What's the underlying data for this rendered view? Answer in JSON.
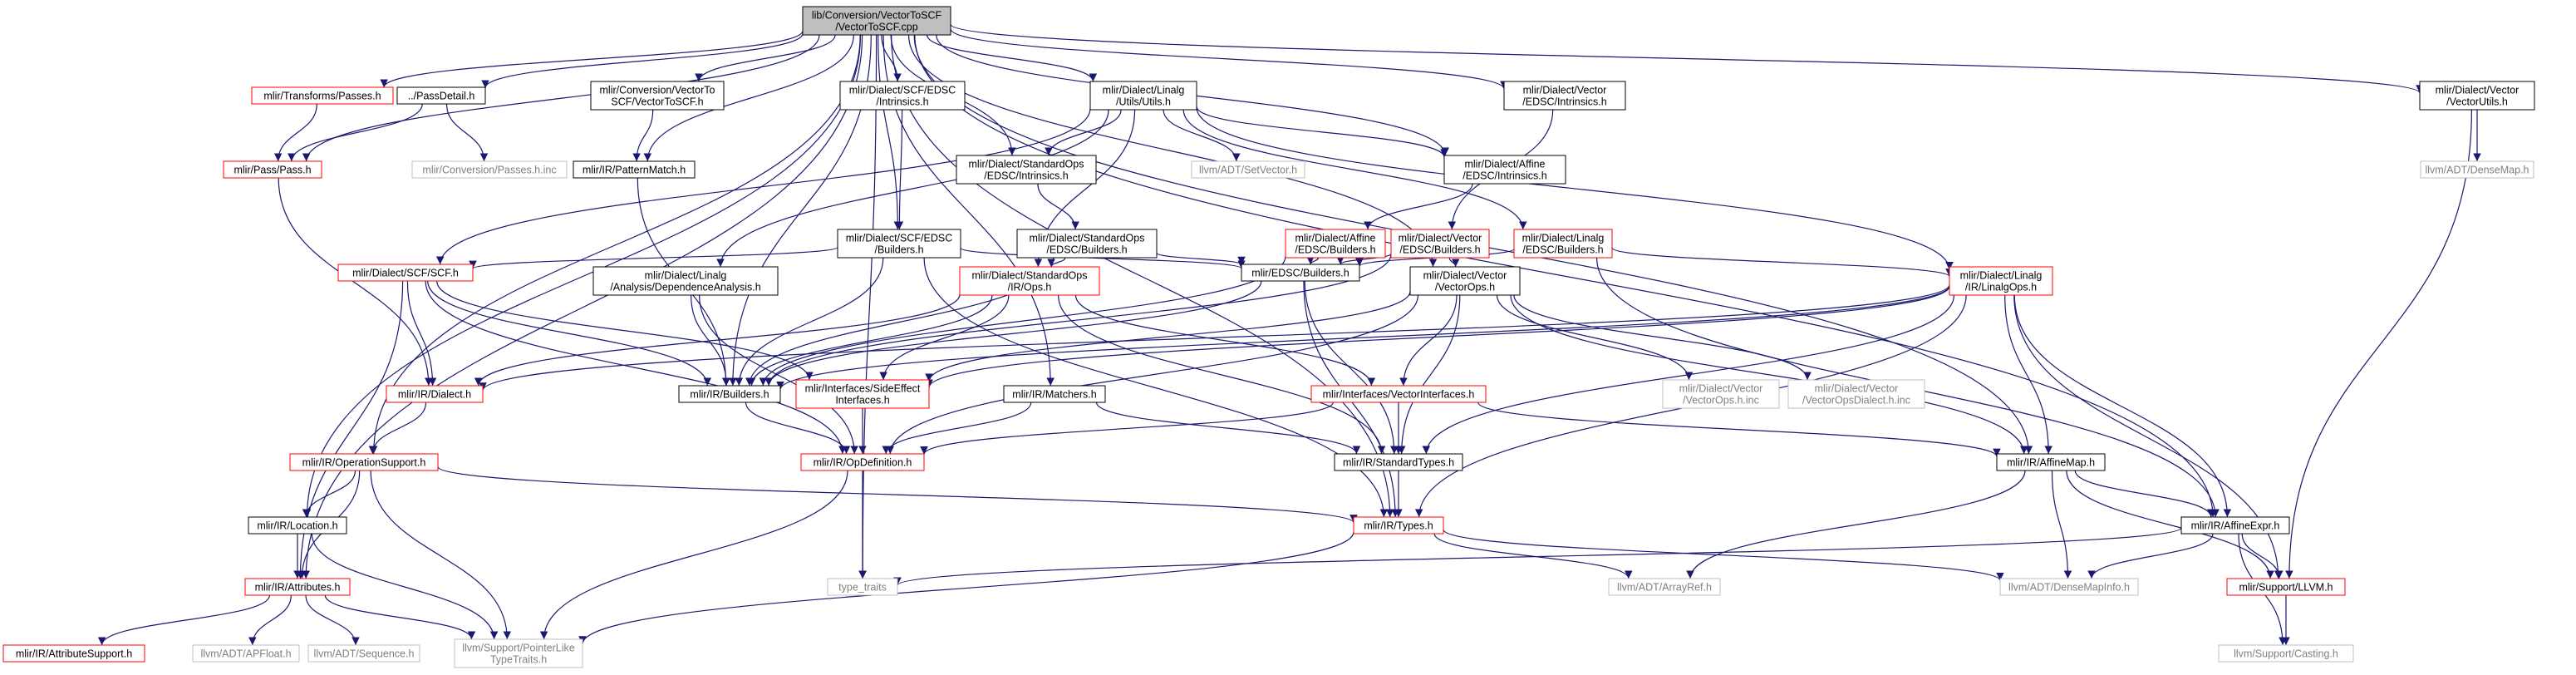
{
  "colors": {
    "root_fill": "#bfbfbf",
    "normal_border": "#000000",
    "incomplete_border": "#ff0000",
    "external_border": "#bfbfbf",
    "external_text": "#808080",
    "text": "#000000",
    "edge": "#191970"
  },
  "nodes": [
    {
      "id": "root",
      "lines": [
        "lib/Conversion/VectorToSCF",
        "/VectorToSCF.cpp"
      ],
      "kind": "root"
    },
    {
      "id": "transforms_passes",
      "lines": [
        "mlir/Transforms/Passes.h"
      ],
      "kind": "incomplete"
    },
    {
      "id": "passdetail",
      "lines": [
        "../PassDetail.h"
      ],
      "kind": "normal"
    },
    {
      "id": "conv_vectortoscf",
      "lines": [
        "mlir/Conversion/VectorTo",
        "SCF/VectorToSCF.h"
      ],
      "kind": "normal"
    },
    {
      "id": "scf_edsc_intrinsics",
      "lines": [
        "mlir/Dialect/SCF/EDSC",
        "/Intrinsics.h"
      ],
      "kind": "normal"
    },
    {
      "id": "linalg_utils",
      "lines": [
        "mlir/Dialect/Linalg",
        "/Utils/Utils.h"
      ],
      "kind": "normal"
    },
    {
      "id": "vector_edsc_intrinsics",
      "lines": [
        "mlir/Dialect/Vector",
        "/EDSC/Intrinsics.h"
      ],
      "kind": "normal"
    },
    {
      "id": "vector_utils",
      "lines": [
        "mlir/Dialect/Vector",
        "/VectorUtils.h"
      ],
      "kind": "normal"
    },
    {
      "id": "pass_pass",
      "lines": [
        "mlir/Pass/Pass.h"
      ],
      "kind": "incomplete"
    },
    {
      "id": "conversion_passes_inc",
      "lines": [
        "mlir/Conversion/Passes.h.inc"
      ],
      "kind": "external"
    },
    {
      "id": "pattern_match",
      "lines": [
        "mlir/IR/PatternMatch.h"
      ],
      "kind": "normal"
    },
    {
      "id": "std_edsc_intrinsics",
      "lines": [
        "mlir/Dialect/StandardOps",
        "/EDSC/Intrinsics.h"
      ],
      "kind": "normal"
    },
    {
      "id": "setvector",
      "lines": [
        "llvm/ADT/SetVector.h"
      ],
      "kind": "external"
    },
    {
      "id": "affine_edsc_intrinsics",
      "lines": [
        "mlir/Dialect/Affine",
        "/EDSC/Intrinsics.h"
      ],
      "kind": "normal"
    },
    {
      "id": "densemap",
      "lines": [
        "llvm/ADT/DenseMap.h"
      ],
      "kind": "external"
    },
    {
      "id": "scf_edsc_builders",
      "lines": [
        "mlir/Dialect/SCF/EDSC",
        "/Builders.h"
      ],
      "kind": "normal"
    },
    {
      "id": "std_edsc_builders",
      "lines": [
        "mlir/Dialect/StandardOps",
        "/EDSC/Builders.h"
      ],
      "kind": "normal"
    },
    {
      "id": "affine_edsc_builders",
      "lines": [
        "mlir/Dialect/Affine",
        "/EDSC/Builders.h"
      ],
      "kind": "incomplete"
    },
    {
      "id": "vector_edsc_builders",
      "lines": [
        "mlir/Dialect/Vector",
        "/EDSC/Builders.h"
      ],
      "kind": "incomplete"
    },
    {
      "id": "linalg_edsc_builders",
      "lines": [
        "mlir/Dialect/Linalg",
        "/EDSC/Builders.h"
      ],
      "kind": "incomplete"
    },
    {
      "id": "scf_h",
      "lines": [
        "mlir/Dialect/SCF/SCF.h"
      ],
      "kind": "incomplete"
    },
    {
      "id": "linalg_dependence",
      "lines": [
        "mlir/Dialect/Linalg",
        "/Analysis/DependenceAnalysis.h"
      ],
      "kind": "normal"
    },
    {
      "id": "std_ir_ops",
      "lines": [
        "mlir/Dialect/StandardOps",
        "/IR/Ops.h"
      ],
      "kind": "incomplete"
    },
    {
      "id": "edsc_builders",
      "lines": [
        "mlir/EDSC/Builders.h"
      ],
      "kind": "normal"
    },
    {
      "id": "vector_ops",
      "lines": [
        "mlir/Dialect/Vector",
        "/VectorOps.h"
      ],
      "kind": "normal"
    },
    {
      "id": "linalg_ops",
      "lines": [
        "mlir/Dialect/Linalg",
        "/IR/LinalgOps.h"
      ],
      "kind": "incomplete"
    },
    {
      "id": "ir_dialect",
      "lines": [
        "mlir/IR/Dialect.h"
      ],
      "kind": "incomplete"
    },
    {
      "id": "ir_builders",
      "lines": [
        "mlir/IR/Builders.h"
      ],
      "kind": "normal"
    },
    {
      "id": "side_effect",
      "lines": [
        "mlir/Interfaces/SideEffect",
        "Interfaces.h"
      ],
      "kind": "incomplete"
    },
    {
      "id": "ir_matchers",
      "lines": [
        "mlir/IR/Matchers.h"
      ],
      "kind": "normal"
    },
    {
      "id": "vector_interfaces",
      "lines": [
        "mlir/Interfaces/VectorInterfaces.h"
      ],
      "kind": "incomplete"
    },
    {
      "id": "vectorops_inc",
      "lines": [
        "mlir/Dialect/Vector",
        "/VectorOps.h.inc"
      ],
      "kind": "external"
    },
    {
      "id": "vectoropsdialect_inc",
      "lines": [
        "mlir/Dialect/Vector",
        "/VectorOpsDialect.h.inc"
      ],
      "kind": "external"
    },
    {
      "id": "operation_support",
      "lines": [
        "mlir/IR/OperationSupport.h"
      ],
      "kind": "incomplete"
    },
    {
      "id": "op_definition",
      "lines": [
        "mlir/IR/OpDefinition.h"
      ],
      "kind": "incomplete"
    },
    {
      "id": "standard_types",
      "lines": [
        "mlir/IR/StandardTypes.h"
      ],
      "kind": "normal"
    },
    {
      "id": "affine_map",
      "lines": [
        "mlir/IR/AffineMap.h"
      ],
      "kind": "normal"
    },
    {
      "id": "location",
      "lines": [
        "mlir/IR/Location.h"
      ],
      "kind": "normal"
    },
    {
      "id": "ir_types",
      "lines": [
        "mlir/IR/Types.h"
      ],
      "kind": "incomplete"
    },
    {
      "id": "affine_expr",
      "lines": [
        "mlir/IR/AffineExpr.h"
      ],
      "kind": "normal"
    },
    {
      "id": "attributes",
      "lines": [
        "mlir/IR/Attributes.h"
      ],
      "kind": "incomplete"
    },
    {
      "id": "type_traits",
      "lines": [
        "type_traits"
      ],
      "kind": "external"
    },
    {
      "id": "arrayref",
      "lines": [
        "llvm/ADT/ArrayRef.h"
      ],
      "kind": "external"
    },
    {
      "id": "densemapinfo",
      "lines": [
        "llvm/ADT/DenseMapInfo.h"
      ],
      "kind": "external"
    },
    {
      "id": "support_llvm",
      "lines": [
        "mlir/Support/LLVM.h"
      ],
      "kind": "incomplete"
    },
    {
      "id": "attribute_support",
      "lines": [
        "mlir/IR/AttributeSupport.h"
      ],
      "kind": "incomplete"
    },
    {
      "id": "apfloat",
      "lines": [
        "llvm/ADT/APFloat.h"
      ],
      "kind": "external"
    },
    {
      "id": "sequence",
      "lines": [
        "llvm/ADT/Sequence.h"
      ],
      "kind": "external"
    },
    {
      "id": "pointerlike",
      "lines": [
        "llvm/Support/PointerLike",
        "TypeTraits.h"
      ],
      "kind": "external"
    },
    {
      "id": "casting",
      "lines": [
        "llvm/Support/Casting.h"
      ],
      "kind": "external"
    }
  ],
  "edges": [
    [
      "root",
      "transforms_passes"
    ],
    [
      "root",
      "passdetail"
    ],
    [
      "root",
      "conv_vectortoscf"
    ],
    [
      "root",
      "scf_edsc_intrinsics"
    ],
    [
      "root",
      "linalg_utils"
    ],
    [
      "root",
      "vector_edsc_intrinsics"
    ],
    [
      "root",
      "vector_utils"
    ],
    [
      "root",
      "pass_pass"
    ],
    [
      "root",
      "pattern_match"
    ],
    [
      "root",
      "std_edsc_intrinsics"
    ],
    [
      "root",
      "affine_edsc_intrinsics"
    ],
    [
      "root",
      "scf_edsc_builders"
    ],
    [
      "root",
      "ir_builders"
    ],
    [
      "root",
      "vector_ops"
    ],
    [
      "root",
      "ir_matchers"
    ],
    [
      "root",
      "affine_map"
    ],
    [
      "root",
      "ir_types"
    ],
    [
      "root",
      "affine_expr"
    ],
    [
      "root",
      "operation_support"
    ],
    [
      "root",
      "location"
    ],
    [
      "root",
      "attributes"
    ],
    [
      "root",
      "type_traits"
    ],
    [
      "transforms_passes",
      "pass_pass"
    ],
    [
      "passdetail",
      "pass_pass"
    ],
    [
      "passdetail",
      "conversion_passes_inc"
    ],
    [
      "conv_vectortoscf",
      "pattern_match"
    ],
    [
      "scf_edsc_intrinsics",
      "scf_edsc_builders"
    ],
    [
      "linalg_utils",
      "std_edsc_intrinsics"
    ],
    [
      "linalg_utils",
      "setvector"
    ],
    [
      "linalg_utils",
      "affine_edsc_intrinsics"
    ],
    [
      "linalg_utils",
      "linalg_dependence"
    ],
    [
      "linalg_utils",
      "std_ir_ops"
    ],
    [
      "linalg_utils",
      "scf_h"
    ],
    [
      "linalg_utils",
      "linalg_ops"
    ],
    [
      "linalg_utils",
      "linalg_edsc_builders"
    ],
    [
      "vector_edsc_intrinsics",
      "vector_edsc_builders"
    ],
    [
      "vector_utils",
      "densemap"
    ],
    [
      "vector_utils",
      "support_llvm"
    ],
    [
      "pass_pass",
      "ir_dialect"
    ],
    [
      "pattern_match",
      "ir_builders"
    ],
    [
      "std_edsc_intrinsics",
      "std_edsc_builders"
    ],
    [
      "affine_edsc_intrinsics",
      "affine_edsc_builders"
    ],
    [
      "scf_edsc_builders",
      "scf_h"
    ],
    [
      "scf_edsc_builders",
      "edsc_builders"
    ],
    [
      "scf_edsc_builders",
      "ir_builders"
    ],
    [
      "scf_edsc_builders",
      "ir_types"
    ],
    [
      "std_edsc_builders",
      "std_ir_ops"
    ],
    [
      "std_edsc_builders",
      "edsc_builders"
    ],
    [
      "std_edsc_builders",
      "ir_builders"
    ],
    [
      "affine_edsc_builders",
      "edsc_builders"
    ],
    [
      "affine_edsc_builders",
      "ir_builders"
    ],
    [
      "vector_edsc_builders",
      "vector_ops"
    ],
    [
      "vector_edsc_builders",
      "edsc_builders"
    ],
    [
      "vector_edsc_builders",
      "ir_builders"
    ],
    [
      "linalg_edsc_builders",
      "edsc_builders"
    ],
    [
      "linalg_edsc_builders",
      "linalg_ops"
    ],
    [
      "linalg_edsc_builders",
      "affine_expr"
    ],
    [
      "scf_h",
      "ir_dialect"
    ],
    [
      "scf_h",
      "ir_builders"
    ],
    [
      "scf_h",
      "side_effect"
    ],
    [
      "scf_h",
      "attributes"
    ],
    [
      "scf_h",
      "op_definition"
    ],
    [
      "linalg_dependence",
      "ir_builders"
    ],
    [
      "linalg_dependence",
      "op_definition"
    ],
    [
      "std_ir_ops",
      "ir_dialect"
    ],
    [
      "std_ir_ops",
      "side_effect"
    ],
    [
      "std_ir_ops",
      "vector_interfaces"
    ],
    [
      "std_ir_ops",
      "standard_types"
    ],
    [
      "std_ir_ops",
      "ir_builders"
    ],
    [
      "edsc_builders",
      "ir_builders"
    ],
    [
      "edsc_builders",
      "standard_types"
    ],
    [
      "edsc_builders",
      "ir_types"
    ],
    [
      "vector_ops",
      "vector_interfaces"
    ],
    [
      "vector_ops",
      "vectorops_inc"
    ],
    [
      "vector_ops",
      "vectoropsdialect_inc"
    ],
    [
      "vector_ops",
      "affine_map"
    ],
    [
      "vector_ops",
      "standard_types"
    ],
    [
      "vector_ops",
      "op_definition"
    ],
    [
      "vector_ops",
      "side_effect"
    ],
    [
      "linalg_ops",
      "affine_map"
    ],
    [
      "linalg_ops",
      "affine_expr"
    ],
    [
      "linalg_ops",
      "support_llvm"
    ],
    [
      "linalg_ops",
      "standard_types"
    ],
    [
      "linalg_ops",
      "side_effect"
    ],
    [
      "linalg_ops",
      "ir_dialect"
    ],
    [
      "linalg_ops",
      "ir_builders"
    ],
    [
      "linalg_ops",
      "ir_types"
    ],
    [
      "ir_dialect",
      "operation_support"
    ],
    [
      "ir_builders",
      "op_definition"
    ],
    [
      "side_effect",
      "op_definition"
    ],
    [
      "ir_matchers",
      "op_definition"
    ],
    [
      "ir_matchers",
      "standard_types"
    ],
    [
      "vector_interfaces",
      "op_definition"
    ],
    [
      "vector_interfaces",
      "standard_types"
    ],
    [
      "vector_interfaces",
      "affine_map"
    ],
    [
      "operation_support",
      "location"
    ],
    [
      "operation_support",
      "attributes"
    ],
    [
      "operation_support",
      "ir_types"
    ],
    [
      "operation_support",
      "pointerlike"
    ],
    [
      "op_definition",
      "type_traits"
    ],
    [
      "op_definition",
      "pointerlike"
    ],
    [
      "standard_types",
      "ir_types"
    ],
    [
      "affine_map",
      "affine_expr"
    ],
    [
      "affine_map",
      "densemapinfo"
    ],
    [
      "affine_map",
      "support_llvm"
    ],
    [
      "affine_map",
      "arrayref"
    ],
    [
      "location",
      "attributes"
    ],
    [
      "location",
      "pointerlike"
    ],
    [
      "ir_types",
      "arrayref"
    ],
    [
      "ir_types",
      "densemapinfo"
    ],
    [
      "ir_types",
      "pointerlike"
    ],
    [
      "affine_expr",
      "support_llvm"
    ],
    [
      "affine_expr",
      "type_traits"
    ],
    [
      "affine_expr",
      "densemapinfo"
    ],
    [
      "affine_expr",
      "casting"
    ],
    [
      "attributes",
      "attribute_support"
    ],
    [
      "attributes",
      "apfloat"
    ],
    [
      "attributes",
      "sequence"
    ],
    [
      "attributes",
      "pointerlike"
    ],
    [
      "support_llvm",
      "casting"
    ]
  ]
}
